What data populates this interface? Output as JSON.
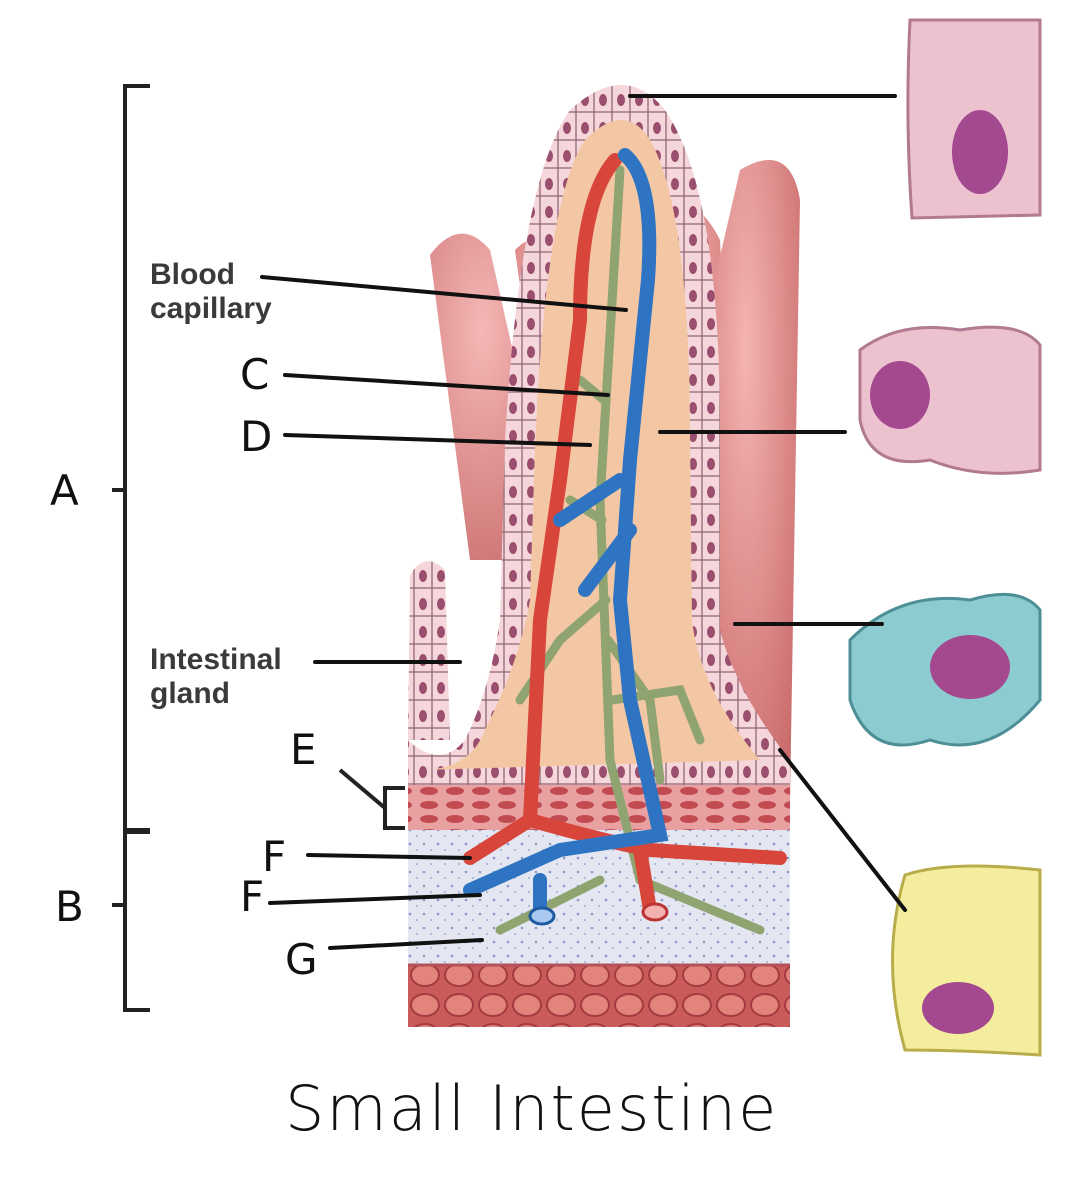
{
  "title": "Small Intestine",
  "labels": {
    "blood_capillary": [
      "Blood",
      "capillary"
    ],
    "intestinal_gland": [
      "Intestinal",
      "gland"
    ],
    "A": "A",
    "B": "B",
    "C": "C",
    "D": "D",
    "E": "E",
    "F1": "F",
    "F2": "F",
    "G": "G"
  },
  "colors": {
    "artery": "#d8453a",
    "vein": "#2e74c2",
    "lymph": "#8fa470",
    "epithelium": "#f2c6cc",
    "lamina": "#f4caa8",
    "muscle": "#c6555a",
    "submucosa": "#dfe3ee",
    "cell_pink": "#ecc2cf",
    "cell_teal": "#8ccbcf",
    "cell_yellow": "#f4ed9e",
    "nucleus": "#a4488f"
  }
}
